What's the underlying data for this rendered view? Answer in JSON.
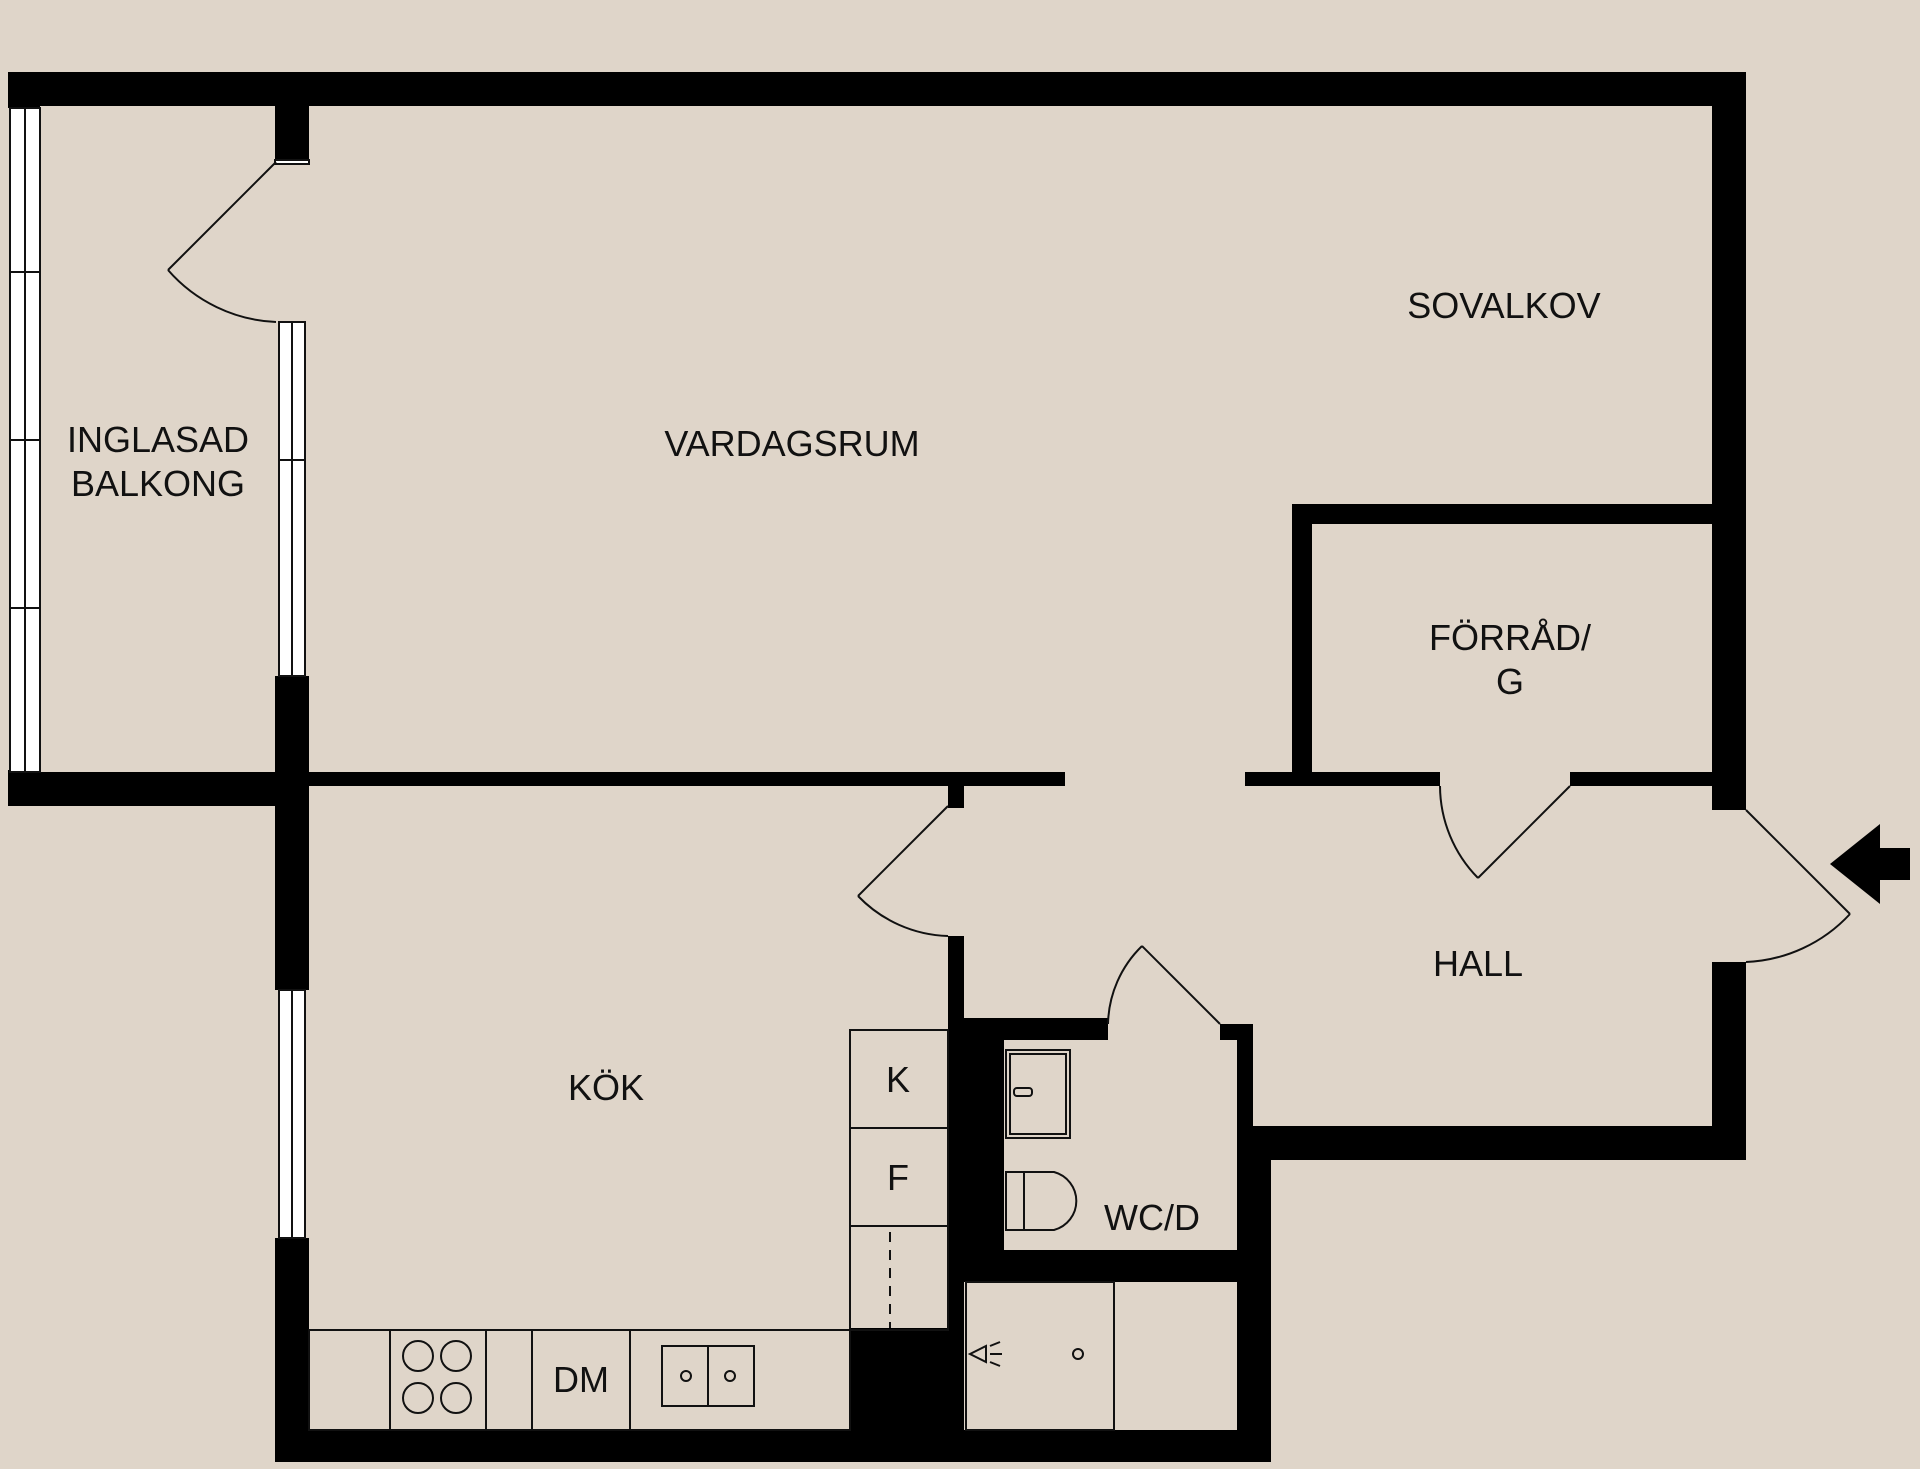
{
  "rooms": {
    "balcony_line1": "INGLASAD",
    "balcony_line2": "BALKONG",
    "living_room": "VARDAGSRUM",
    "sleeping_alcove": "SOVALKOV",
    "storage_line1": "FÖRRÅD/",
    "storage_line2": "G",
    "hall": "HALL",
    "kitchen": "KÖK",
    "bathroom": "WC/D"
  },
  "fixtures": {
    "fridge": "K",
    "freezer": "F",
    "dishwasher": "DM"
  },
  "colors": {
    "background": "#dfd5c9",
    "wall": "#000000",
    "window": "#ffffff"
  }
}
